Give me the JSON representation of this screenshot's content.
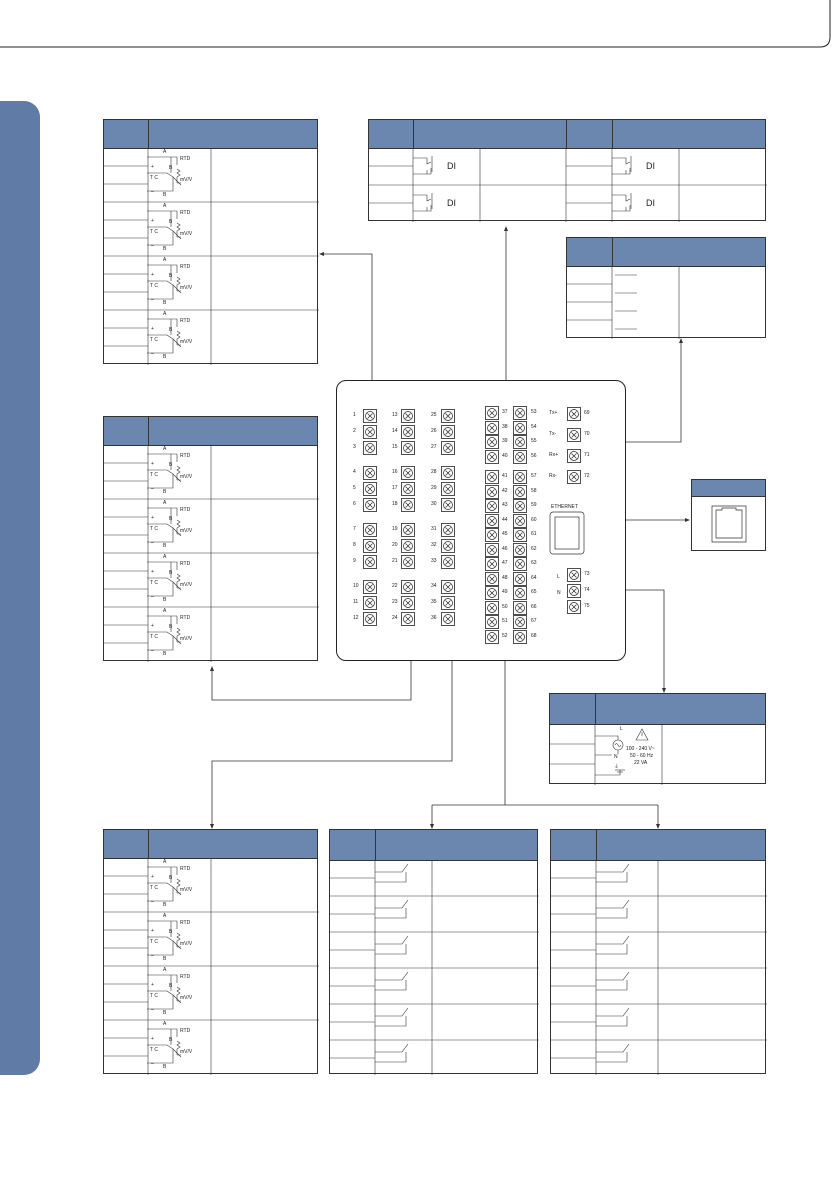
{
  "rtd_labels": {
    "a": "A",
    "b": "B",
    "b_small": "B",
    "rtd": "RTD",
    "plus": "+",
    "minus": "–",
    "tc": "T C",
    "mv": "mV/V"
  },
  "di_label": "DI",
  "panel": {
    "ethernet": "ETHERNET",
    "comm": [
      "Tx+",
      "Tx-",
      "Rx+",
      "Rx-"
    ],
    "power_lines": [
      "L",
      "N",
      "⏚"
    ],
    "terminals_col1": [
      "1",
      "2",
      "3",
      "4",
      "5",
      "6",
      "7",
      "8",
      "9",
      "10",
      "11",
      "12"
    ],
    "terminals_col2": [
      "13",
      "14",
      "15",
      "16",
      "17",
      "18",
      "19",
      "20",
      "21",
      "22",
      "23",
      "24"
    ],
    "terminals_col3": [
      "25",
      "26",
      "27",
      "28",
      "29",
      "30",
      "31",
      "32",
      "33",
      "34",
      "35",
      "36"
    ],
    "terminals_col4": [
      "37",
      "38",
      "39",
      "40",
      "41",
      "42",
      "43",
      "44",
      "45",
      "46",
      "47",
      "48",
      "49",
      "50",
      "51",
      "52"
    ],
    "terminals_col5": [
      "53",
      "54",
      "55",
      "56",
      "57",
      "58",
      "59",
      "60",
      "61",
      "62",
      "63",
      "64",
      "65",
      "66",
      "67",
      "68"
    ],
    "terminals_right": [
      "69",
      "70",
      "71",
      "72"
    ],
    "terminals_power": [
      "73",
      "74",
      "75"
    ]
  },
  "power": {
    "voltage": "100 - 240 V~",
    "freq": "50 - 60 Hz",
    "va": "22 VA"
  },
  "colors": {
    "header": "#6b87b0",
    "sidebar": "#5f7ba6",
    "line": "#333333"
  }
}
